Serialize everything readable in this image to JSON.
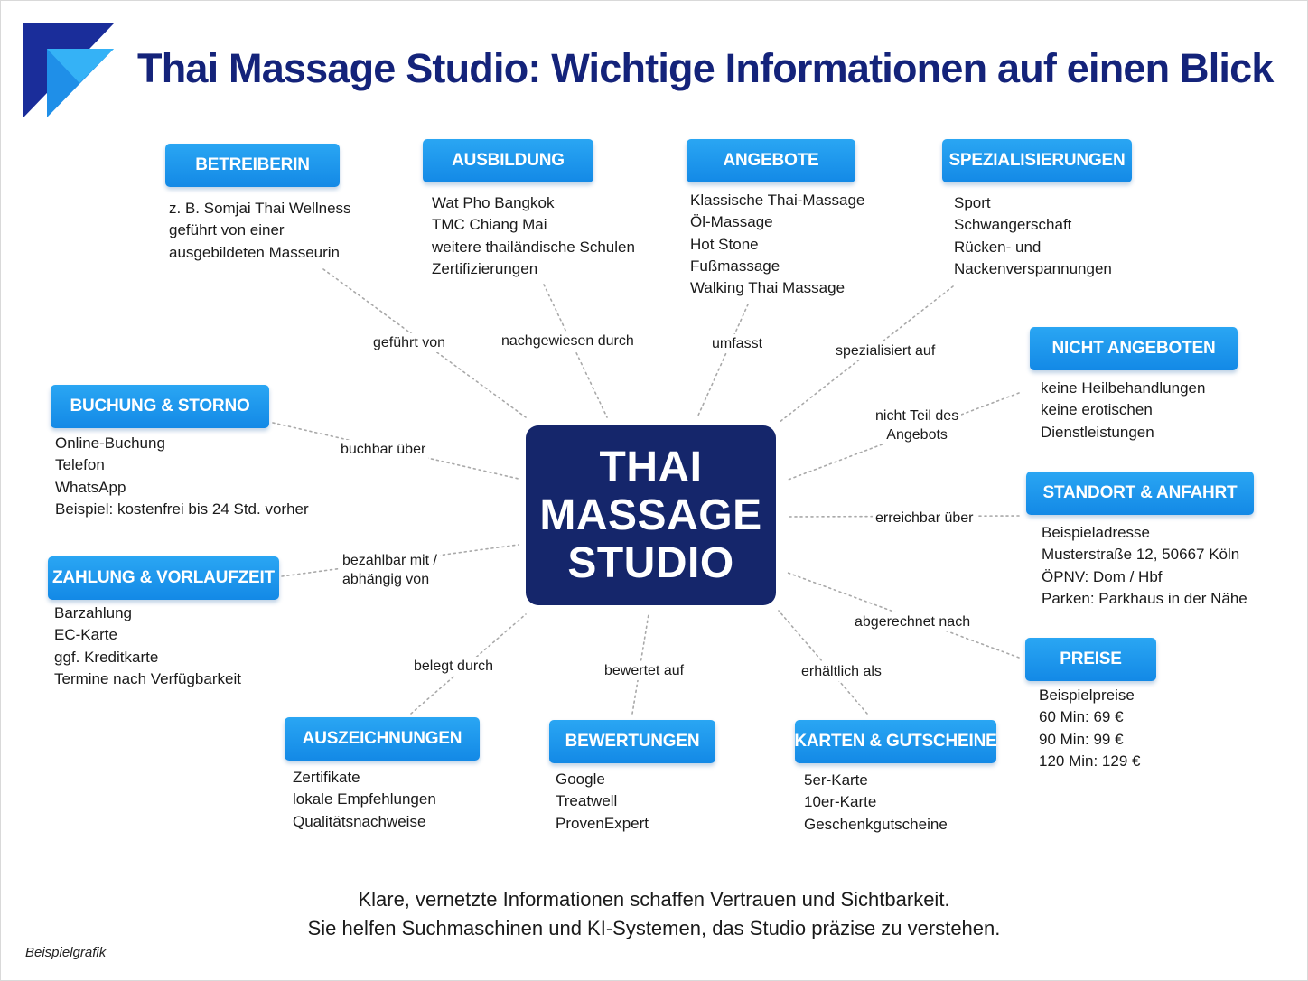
{
  "title": "Thai Massage Studio: Wichtige Informationen auf einen Blick",
  "center": {
    "lines": [
      "THAI",
      "MASSAGE",
      "STUDIO"
    ]
  },
  "nodes": {
    "betreiberin": {
      "label": "BETREIBERIN",
      "edge": [
        "geführt von"
      ],
      "items": [
        "z. B. Somjai Thai Wellness",
        "geführt von einer",
        "ausgebildeten Masseurin"
      ]
    },
    "ausbildung": {
      "label": "AUSBILDUNG",
      "edge": [
        "nachgewiesen durch"
      ],
      "items": [
        "Wat Pho Bangkok",
        "TMC Chiang Mai",
        "weitere thailändische Schulen",
        "Zertifizierungen"
      ]
    },
    "angebote": {
      "label": "ANGEBOTE",
      "edge": [
        "umfasst"
      ],
      "items": [
        "Klassische Thai-Massage",
        "Öl-Massage",
        "Hot Stone",
        "Fußmassage",
        "Walking Thai Massage"
      ]
    },
    "spezialisierungen": {
      "label": "SPEZIALISIERUNGEN",
      "edge": [
        "spezialisiert auf"
      ],
      "items": [
        "Sport",
        "Schwangerschaft",
        "Rücken- und",
        "Nackenverspannungen"
      ]
    },
    "nicht_angeboten": {
      "label": "NICHT ANGEBOTEN",
      "edge": [
        "nicht Teil des",
        "Angebots"
      ],
      "items": [
        "keine Heilbehandlungen",
        "keine erotischen",
        "Dienstleistungen"
      ]
    },
    "standort": {
      "label": "STANDORT & ANFAHRT",
      "edge": [
        "erreichbar über"
      ],
      "items": [
        "Beispieladresse",
        "Musterstraße 12, 50667 Köln",
        "ÖPNV: Dom / Hbf",
        "Parken: Parkhaus in der Nähe"
      ]
    },
    "preise": {
      "label": "PREISE",
      "edge": [
        "abgerechnet nach"
      ],
      "items": [
        "Beispielpreise",
        "60 Min: 69 €",
        "90 Min: 99 €",
        "120 Min: 129 €"
      ]
    },
    "karten": {
      "label": "KARTEN & GUTSCHEINE",
      "edge": [
        "erhältlich als"
      ],
      "items": [
        "5er-Karte",
        "10er-Karte",
        "Geschenkgutscheine"
      ]
    },
    "bewertungen": {
      "label": "BEWERTUNGEN",
      "edge": [
        "bewertet auf"
      ],
      "items": [
        "Google",
        "Treatwell",
        "ProvenExpert"
      ]
    },
    "auszeichnungen": {
      "label": "AUSZEICHNUNGEN",
      "edge": [
        "belegt durch"
      ],
      "items": [
        "Zertifikate",
        "lokale Empfehlungen",
        "Qualitätsnachweise"
      ]
    },
    "zahlung": {
      "label": "ZAHLUNG & VORLAUFZEIT",
      "edge": [
        "bezahlbar mit /",
        "abhängig von"
      ],
      "items": [
        "Barzahlung",
        "EC-Karte",
        "ggf. Kreditkarte",
        "Termine nach Verfügbarkeit"
      ]
    },
    "buchung": {
      "label": "BUCHUNG & STORNO",
      "edge": [
        "buchbar über"
      ],
      "items": [
        "Online-Buchung",
        "Telefon",
        "WhatsApp",
        "Beispiel: kostenfrei bis 24 Std. vorher"
      ]
    }
  },
  "footer": {
    "line1": "Klare, vernetzte Informationen schaffen Vertrauen und Sichtbarkeit.",
    "line2": "Sie helfen Suchmaschinen und KI-Systemen, das Studio präzise zu verstehen."
  },
  "note": "Beispielgrafik",
  "colors": {
    "title": "#14237a",
    "center": "#15266b",
    "pill": "#1b95ee",
    "connector": "#a9a9a9"
  }
}
